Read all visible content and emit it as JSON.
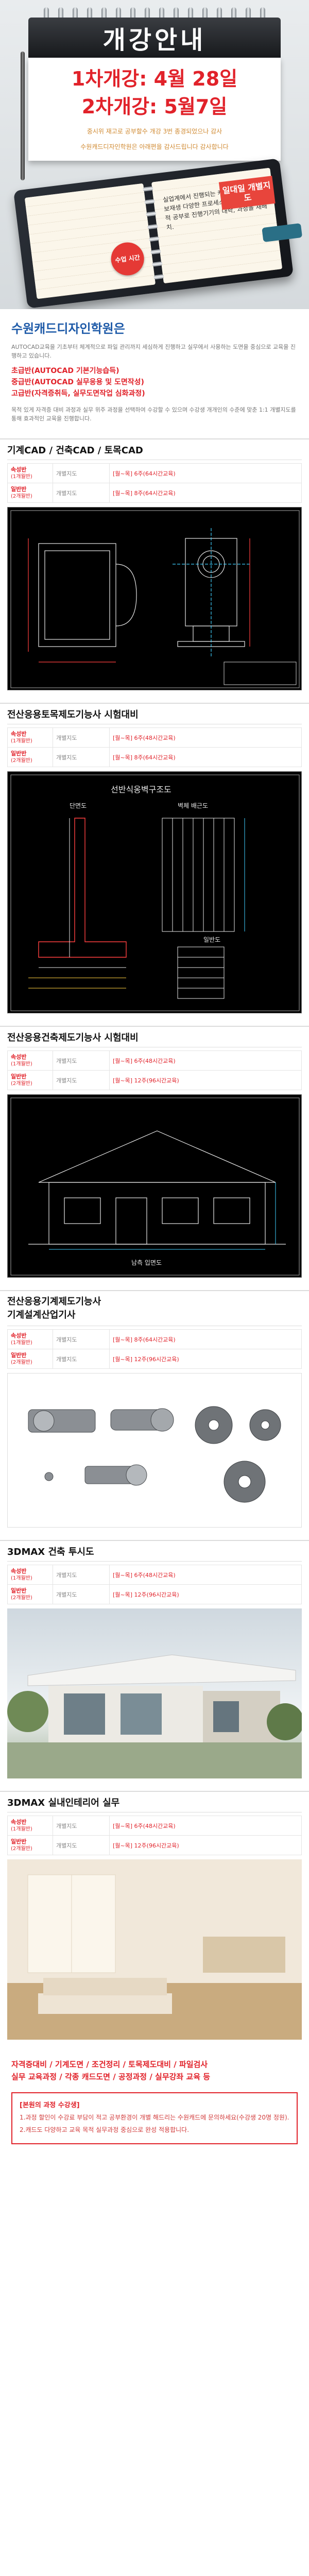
{
  "hero": {
    "title": "개강안내",
    "line1": "1차개강: 4월 28일",
    "line2": "2차개강: 5월7일",
    "note1": "중시위 재고로 공부할수 개강 3번 종경되었으나 감사",
    "note2": "수원캐드디자인학원은 아래편을 감사드립니다 감사합니다",
    "notebook_left": "",
    "notebook_right": "실업계에서 진행되는 캐드 제도에서 정보재생 다양한 프로세스를 다양한 이론적 공부로 진행기기의 대학, 과정을 재배치.",
    "badge": "수업 시간",
    "tag": "일대일 개별지도"
  },
  "intro": {
    "title": "수원캐드디자인학원은",
    "p1": "AUTOCAD교육을 기초부터 체계적으로 파일 관리까지 세심하게 진행하고 실무에서 사용하는 도면을 중심으로 교육을 진행하고 있습니다.",
    "lines": [
      "초급반(AUTOCAD 기본기능습득)",
      "중급반(AUTOCAD 실무응용 및 도면작성)",
      "고급반(자격증취득, 실무도면작업 심화과정)"
    ],
    "p2": "목적 있게 자격증 대비 과정과 실무 위주 과정을 선택하여 수강할 수 있으며 수강생 개개인의 수준에 맞춘 1:1 개별지도를 통해 효과적인 교육을 진행합니다."
  },
  "sections": [
    {
      "title": "기계CAD / 건축CAD / 토목CAD",
      "rows": [
        {
          "label": "속성반",
          "sub": "(1개월반)",
          "type": "개별지도",
          "time": "[월~목] 6주(64시간교육)"
        },
        {
          "label": "일반반",
          "sub": "(2개월반)",
          "type": "개별지도",
          "time": "[월~목] 8주(64시간교육)"
        }
      ]
    },
    {
      "title": "전산응용토목제도기능사 시험대비",
      "rows": [
        {
          "label": "속성반",
          "sub": "(1개월반)",
          "type": "개별지도",
          "time": "[월~목] 6주(48시간교육)"
        },
        {
          "label": "일반반",
          "sub": "(2개월반)",
          "type": "개별지도",
          "time": "[월~목] 8주(64시간교육)"
        }
      ],
      "drawing_title": "선반식옹벽구조도",
      "drawing_sub1": "단면도",
      "drawing_sub2": "벽체 배근도",
      "drawing_sub3": "일반도"
    },
    {
      "title": "전산응용건축제도기능사 시험대비",
      "rows": [
        {
          "label": "속성반",
          "sub": "(1개월반)",
          "type": "개별지도",
          "time": "[월~목] 6주(48시간교육)"
        },
        {
          "label": "일반반",
          "sub": "(2개월반)",
          "type": "개별지도",
          "time": "[월~목] 12주(96시간교육)"
        }
      ],
      "drawing_title": "남측 입면도"
    },
    {
      "title1": "전산응용기계제도기능사",
      "title2": "기계설계산업기사",
      "rows": [
        {
          "label": "속성반",
          "sub": "(1개월반)",
          "type": "개별지도",
          "time": "[월~목] 8주(64시간교육)"
        },
        {
          "label": "일반반",
          "sub": "(2개월반)",
          "type": "개별지도",
          "time": "[월~목] 12주(96시간교육)"
        }
      ]
    },
    {
      "title": "3DMAX 건축 투시도",
      "rows": [
        {
          "label": "속성반",
          "sub": "(1개월반)",
          "type": "개별지도",
          "time": "[월~목] 6주(48시간교육)"
        },
        {
          "label": "일반반",
          "sub": "(2개월반)",
          "type": "개별지도",
          "time": "[월~목] 12주(96시간교육)"
        }
      ]
    },
    {
      "title": "3DMAX 실내인테리어 실무",
      "rows": [
        {
          "label": "속성반",
          "sub": "(1개월반)",
          "type": "개별지도",
          "time": "[월~목] 6주(48시간교육)"
        },
        {
          "label": "일반반",
          "sub": "(2개월반)",
          "type": "개별지도",
          "time": "[월~목] 12주(96시간교육)"
        }
      ]
    }
  ],
  "footer": {
    "line1": "자격증대비 / 기계도면 / 조건정리 / 토목제도대비 / 파일검사",
    "line2": "실무 교육과정 / 각종 캐드도면 / 공정과정 / 실무강좌 교육 등",
    "notice_title": "[본원의 과정 수강생]",
    "notice1": "1.과정 할인이 수강료 부담이 적고 공부환경이 개별 해드리는 수원캐드에 문의하세요(수강생 20명 정원).",
    "notice2": "2.캐드도 다양하고 교육 목적 실무과정 중심으로 완성 적용합니다."
  },
  "colors": {
    "accent_red": "#e1222a",
    "brand_blue": "#1e5aa8"
  }
}
